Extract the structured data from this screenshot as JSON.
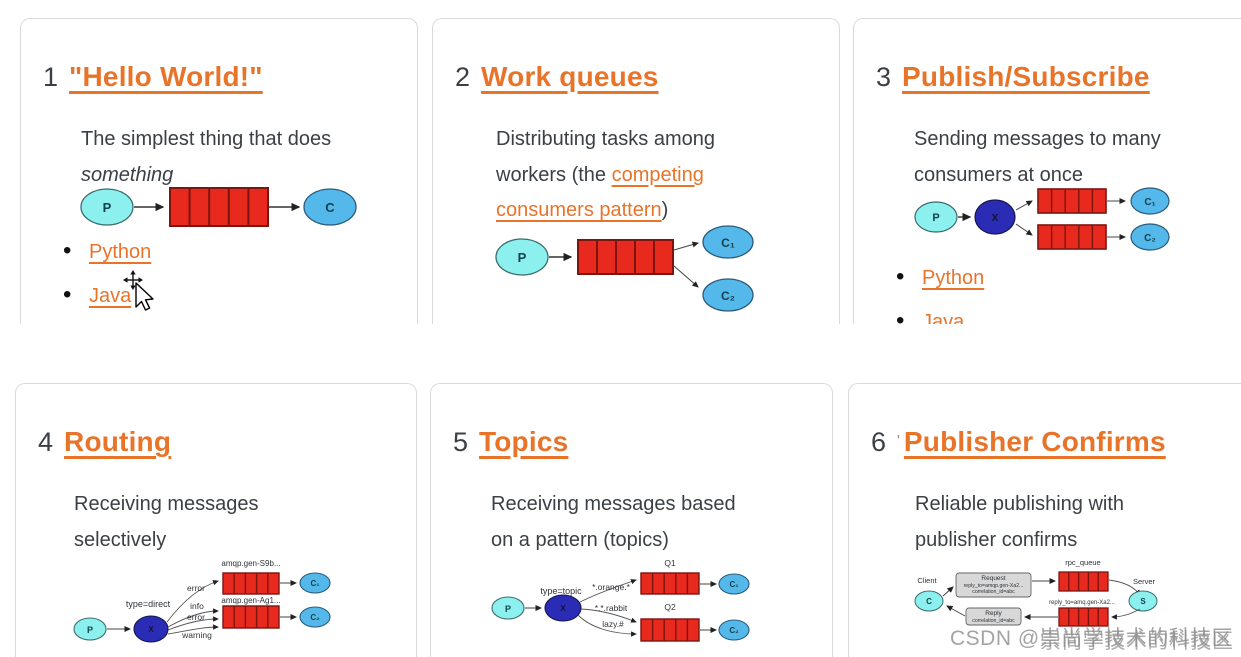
{
  "colors": {
    "accent_orange": "#e8742a",
    "text_dark": "#3a4045",
    "queue_red": "#e8291d",
    "queue_border": "#7c1410",
    "producer_cyan": "#8bf0ee",
    "consumer_blue": "#54b9ea",
    "exchange_blue": "#2a2cb5",
    "watermark_gray": "#9d9d9d"
  },
  "watermark": {
    "text": "CSDN @崇尚学技术的科技区",
    "overlay": "崇尚学技术的科技区"
  },
  "cards": [
    {
      "number": "1",
      "title": "\"Hello World!\"",
      "desc_l1": "The simplest thing that does",
      "desc_l2": "something",
      "links": {
        "python": "Python",
        "java": "Java"
      },
      "diagram": {
        "producer": "P",
        "consumer": "C"
      }
    },
    {
      "number": "2",
      "title": "Work queues",
      "desc_l1": "Distributing tasks among",
      "desc_l2_pre": "workers (the ",
      "desc_l2_link": "competing",
      "desc_l3_link": "consumers pattern",
      "desc_l3_post": ")",
      "diagram": {
        "producer": "P",
        "consumer1": "C₁",
        "consumer2": "C₂"
      }
    },
    {
      "number": "3",
      "title": "Publish/Subscribe",
      "desc_l1": "Sending messages to many",
      "desc_l2": "consumers at once",
      "links": {
        "python": "Python",
        "java": "Java"
      },
      "diagram": {
        "producer": "P",
        "exchange": "X",
        "consumer1": "C₁",
        "consumer2": "C₂"
      }
    },
    {
      "number": "4",
      "title": "Routing",
      "desc_l1": "Receiving messages",
      "desc_l2": "selectively",
      "diagram": {
        "producer": "P",
        "exchange": "X",
        "exchange_type": "type=direct",
        "queue1_label": "amqp.gen-S9b...",
        "queue2_label": "amqp.gen-Ag1...",
        "binding1": "error",
        "binding2": "info",
        "binding3": "error",
        "binding4": "warning",
        "consumer1": "C₁",
        "consumer2": "C₂"
      }
    },
    {
      "number": "5",
      "title": "Topics",
      "desc_l1": "Receiving messages based",
      "desc_l2": "on a pattern (topics)",
      "diagram": {
        "producer": "P",
        "exchange": "X",
        "exchange_type": "type=topic",
        "queue1_label": "Q1",
        "queue2_label": "Q2",
        "binding1": "*.orange.*",
        "binding2": "*.*.rabbit",
        "binding3": "lazy.#",
        "consumer1": "C₁",
        "consumer2": "C₂"
      }
    },
    {
      "number": "6",
      "stray_mark": "'",
      "title": "Publisher Confirms",
      "desc_l1": "Reliable publishing with",
      "desc_l2": "publisher confirms",
      "diagram": {
        "client_label": "Client",
        "client": "C",
        "server_label": "Server",
        "server": "S",
        "queue_label": "rpc_queue",
        "request_title": "Request",
        "request_line1": "reply_to=amqp.gen-Xa2...",
        "request_line2": "correlation_id=abc",
        "reply_title": "Reply",
        "reply_line1": "correlation_id=abc",
        "middle_label": "reply_to=amq.gen-Xa2..."
      }
    }
  ]
}
